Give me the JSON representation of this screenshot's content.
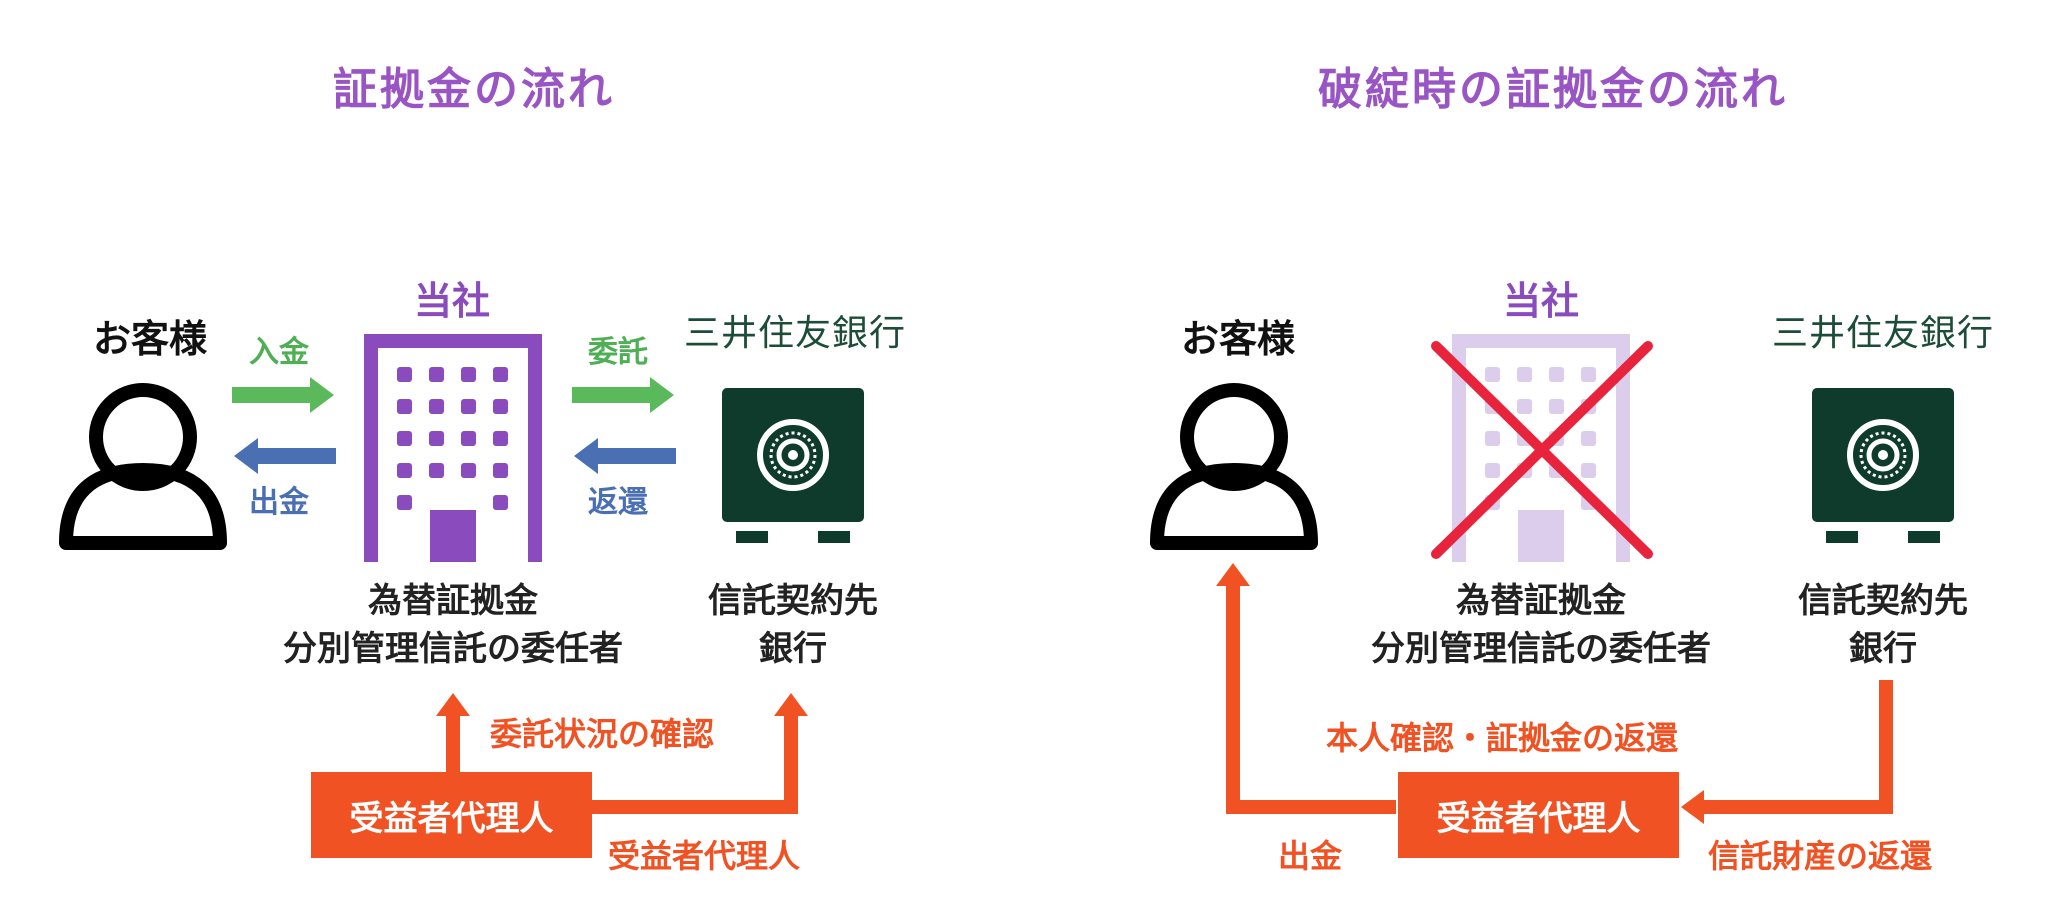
{
  "left": {
    "title": "証拠金の流れ",
    "company": "当社",
    "bank": "三井住友銀行",
    "customer": "お客様",
    "deposit": "入金",
    "withdrawal": "出金",
    "entrust": "委託",
    "return": "返還",
    "company_caption_line1": "為替証拠金",
    "company_caption_line2": "分別管理信託の委任者",
    "bank_caption_line1": "信託契約先",
    "bank_caption_line2": "銀行",
    "confirm": "委託状況の確認",
    "beneficiary_box": "受益者代理人",
    "beneficiary_label": "受益者代理人"
  },
  "right": {
    "title": "破綻時の証拠金の流れ",
    "company": "当社",
    "bank": "三井住友銀行",
    "customer": "お客様",
    "company_caption_line1": "為替証拠金",
    "company_caption_line2": "分別管理信託の委任者",
    "bank_caption_line1": "信託契約先",
    "bank_caption_line2": "銀行",
    "identity_return": "本人確認・証拠金の返還",
    "beneficiary_box": "受益者代理人",
    "withdrawal": "出金",
    "trust_property_return": "信託財産の返還"
  },
  "colors": {
    "title_purple": "#9a55c4",
    "company_purple": "#8a4bbd",
    "company_faded": "#dccdec",
    "bank_green": "#0e3b2b",
    "arrow_green": "#5ab95a",
    "arrow_blue": "#4a6fb3",
    "orange": "#f05223",
    "cross_red": "#e8243c"
  },
  "icons": {
    "customer": "person-outline-icon",
    "company": "office-building-icon",
    "bank": "safe-vault-icon",
    "bankrupt": "cross-mark-icon"
  }
}
